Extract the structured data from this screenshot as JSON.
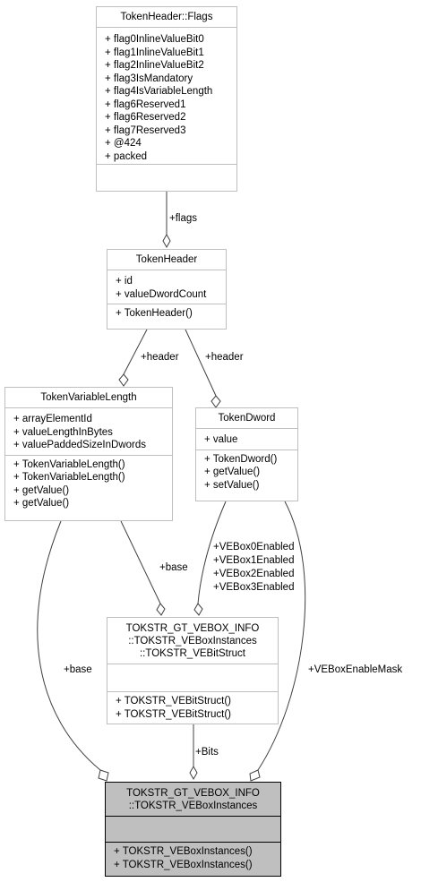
{
  "classes": {
    "flags": {
      "title": [
        "TokenHeader::Flags"
      ],
      "attributes": [
        "+ flag0InlineValueBit0",
        "+ flag1InlineValueBit1",
        "+ flag2InlineValueBit2",
        "+ flag3IsMandatory",
        "+ flag4IsVariableLength",
        "+ flag6Reserved1",
        "+ flag6Reserved2",
        "+ flag7Reserved3",
        "+ @424",
        "+ packed"
      ],
      "methods": []
    },
    "token_header": {
      "title": [
        "TokenHeader"
      ],
      "attributes": [
        "+ id",
        "+ valueDwordCount"
      ],
      "methods": [
        "+ TokenHeader()"
      ]
    },
    "token_variable_length": {
      "title": [
        "TokenVariableLength"
      ],
      "attributes": [
        "+ arrayElementId",
        "+ valueLengthInBytes",
        "+ valuePaddedSizeInDwords"
      ],
      "methods": [
        "+ TokenVariableLength()",
        "+ TokenVariableLength()",
        "+ getValue()",
        "+ getValue()"
      ]
    },
    "token_dword": {
      "title": [
        "TokenDword"
      ],
      "attributes": [
        "+ value"
      ],
      "methods": [
        "+ TokenDword()",
        "+ getValue()",
        "+ setValue()"
      ]
    },
    "vebit_struct": {
      "title": [
        "TOKSTR_GT_VEBOX_INFO",
        "::TOKSTR_VEBoxInstances",
        "::TOKSTR_VEBitStruct"
      ],
      "attributes": [],
      "methods": [
        "+ TOKSTR_VEBitStruct()",
        "+ TOKSTR_VEBitStruct()"
      ]
    },
    "vebox_instances": {
      "title": [
        "TOKSTR_GT_VEBOX_INFO",
        "::TOKSTR_VEBoxInstances"
      ],
      "attributes": [],
      "methods": [
        "+ TOKSTR_VEBoxInstances()",
        "+ TOKSTR_VEBoxInstances()"
      ]
    }
  },
  "edge_labels": {
    "flags": [
      "+flags"
    ],
    "header_left": [
      "+header"
    ],
    "header_right": [
      "+header"
    ],
    "base_mid": [
      "+base"
    ],
    "base_left": [
      "+base"
    ],
    "vebox_enabled": [
      "+VEBox0Enabled",
      "+VEBox1Enabled",
      "+VEBox2Enabled",
      "+VEBox3Enabled"
    ],
    "bits": [
      "+Bits"
    ],
    "enable_mask": [
      "+VEBoxEnableMask"
    ]
  },
  "colors": {
    "highlight": "#bfbfbf",
    "box_border": "#bfbfbf",
    "edge": "#404040"
  }
}
